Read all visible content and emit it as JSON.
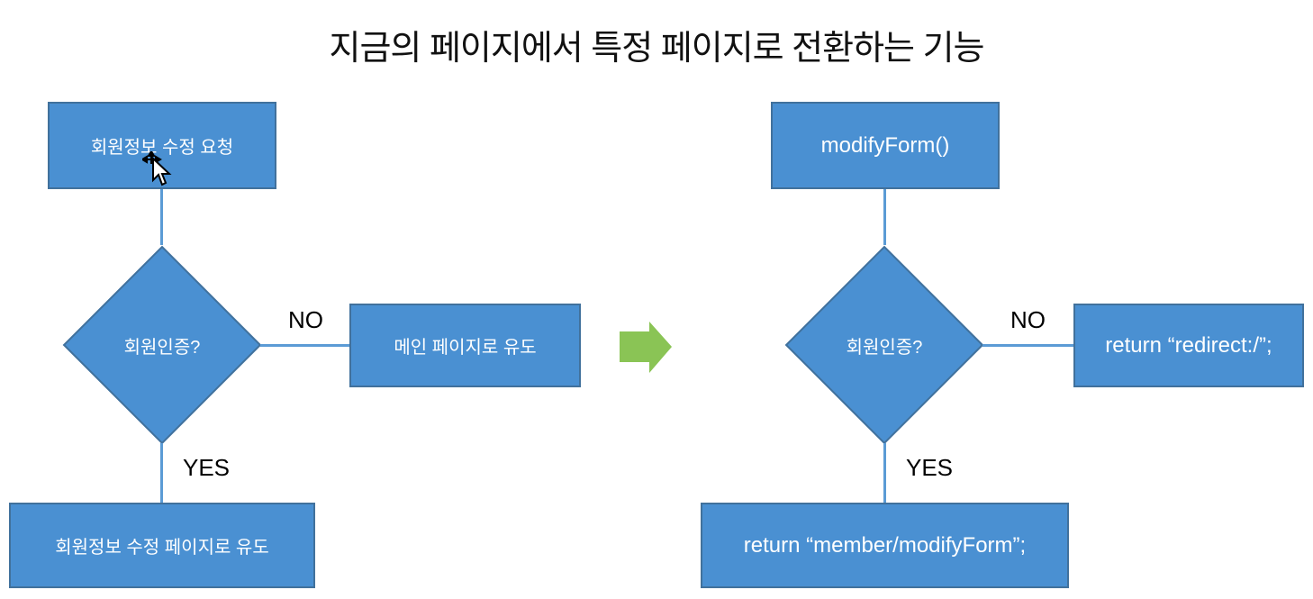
{
  "title": "지금의 페이지에서 특정 페이지로 전환하는 기능",
  "colors": {
    "shape_fill": "#4A90D2",
    "shape_border": "#41719C",
    "connector": "#5B9BD5",
    "arrow_green": "#8AC455",
    "text_on_shape": "#FFFFFF",
    "label_text": "#000000"
  },
  "icons": {
    "cursor": "move-cursor-icon",
    "between_flows": "right-block-arrow-icon"
  },
  "left_flow": {
    "start_box": "회원정보 수정 요청",
    "decision": "회원인증?",
    "no_label": "NO",
    "no_box": "메인 페이지로 유도",
    "yes_label": "YES",
    "yes_box": "회원정보 수정 페이지로 유도"
  },
  "right_flow": {
    "start_box": "modifyForm()",
    "decision": "회원인증?",
    "no_label": "NO",
    "no_box": "return “redirect:/”;",
    "yes_label": "YES",
    "yes_box": "return “member/modifyForm”;"
  }
}
